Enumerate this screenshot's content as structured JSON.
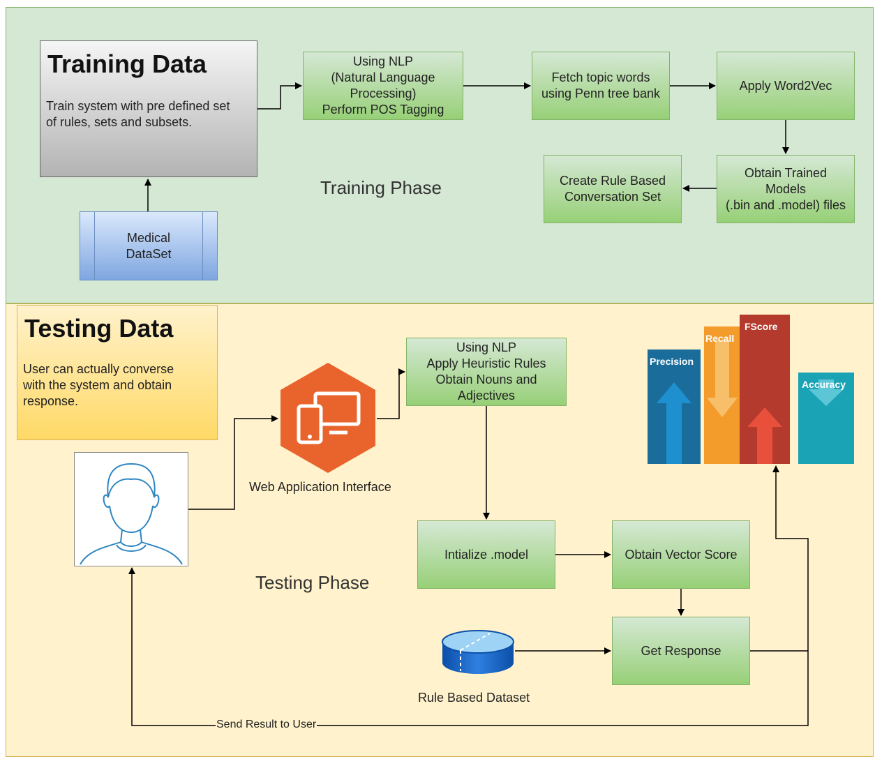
{
  "training": {
    "title": "Training Data",
    "description": "Train system with pre defined set\nof rules, sets and subsets.",
    "phase_label": "Training Phase",
    "medical_dataset": "Medical\nDataSet",
    "nlp_box": "Using NLP\n(Natural Language\nProcessing)\nPerform POS Tagging",
    "fetch_box": "Fetch topic words\nusing Penn tree bank",
    "word2vec_box": "Apply Word2Vec",
    "trained_models_box": "Obtain Trained\nModels\n(.bin and .model) files",
    "rule_conversation_box": "Create Rule Based\nConversation Set"
  },
  "testing": {
    "title": "Testing Data",
    "description": "User can actually converse\nwith the system and obtain\nresponse.",
    "phase_label": "Testing Phase",
    "web_app_label": "Web Application Interface",
    "heuristic_box": "Using NLP\nApply Heuristic Rules\nObtain Nouns and\nAdjectives",
    "init_model_box": "Intialize .model",
    "vector_score_box": "Obtain Vector Score",
    "get_response_box": "Get Response",
    "rule_dataset_label": "Rule Based Dataset",
    "send_result_label": "Send Result to User"
  },
  "metrics": {
    "precision": "Precision",
    "recall": "Recall",
    "fscore": "FScore",
    "accuracy": "Accuracy"
  },
  "colors": {
    "training_bg": "#d5e8d4",
    "testing_bg": "#fff2cc",
    "web_app_orange": "#e8642c",
    "precision_blue": "#1a6d9a",
    "recall_orange": "#f39c2c",
    "fscore_red": "#b33a2c",
    "accuracy_teal": "#1aa3b5"
  }
}
